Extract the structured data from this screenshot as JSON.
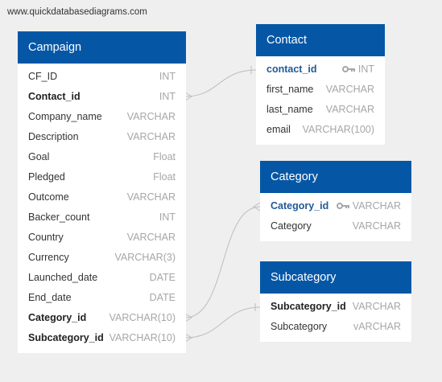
{
  "site_url": "www.quickdatabasediagrams.com",
  "colors": {
    "header": "#0557a6",
    "connector": "#bdbdbd",
    "background": "#efefef"
  },
  "tables": {
    "campaign": {
      "title": "Campaign",
      "fields": [
        {
          "name": "CF_ID",
          "type": "INT"
        },
        {
          "name": "Contact_id",
          "type": "INT",
          "fk": true
        },
        {
          "name": "Company_name",
          "type": "VARCHAR"
        },
        {
          "name": "Description",
          "type": "VARCHAR"
        },
        {
          "name": "Goal",
          "type": "Float"
        },
        {
          "name": "Pledged",
          "type": "Float"
        },
        {
          "name": "Outcome",
          "type": "VARCHAR"
        },
        {
          "name": "Backer_count",
          "type": "INT"
        },
        {
          "name": "Country",
          "type": "VARCHAR"
        },
        {
          "name": "Currency",
          "type": "VARCHAR(3)"
        },
        {
          "name": "Launched_date",
          "type": "DATE"
        },
        {
          "name": "End_date",
          "type": "DATE"
        },
        {
          "name": "Category_id",
          "type": "VARCHAR(10)",
          "fk": true
        },
        {
          "name": "Subcategory_id",
          "type": "VARCHAR(10)",
          "fk": true
        }
      ]
    },
    "contact": {
      "title": "Contact",
      "fields": [
        {
          "name": "contact_id",
          "type": "INT",
          "pk": true
        },
        {
          "name": "first_name",
          "type": "VARCHAR"
        },
        {
          "name": "last_name",
          "type": "VARCHAR"
        },
        {
          "name": "email",
          "type": "VARCHAR(100)"
        }
      ]
    },
    "category": {
      "title": "Category",
      "fields": [
        {
          "name": "Category_id",
          "type": "VARCHAR",
          "pk": true
        },
        {
          "name": "Category",
          "type": "VARCHAR"
        }
      ]
    },
    "subcategory": {
      "title": "Subcategory",
      "fields": [
        {
          "name": "Subcategory_id",
          "type": "VARCHAR",
          "fk": true
        },
        {
          "name": "Subcategory",
          "type": "vARCHAR"
        }
      ]
    }
  }
}
